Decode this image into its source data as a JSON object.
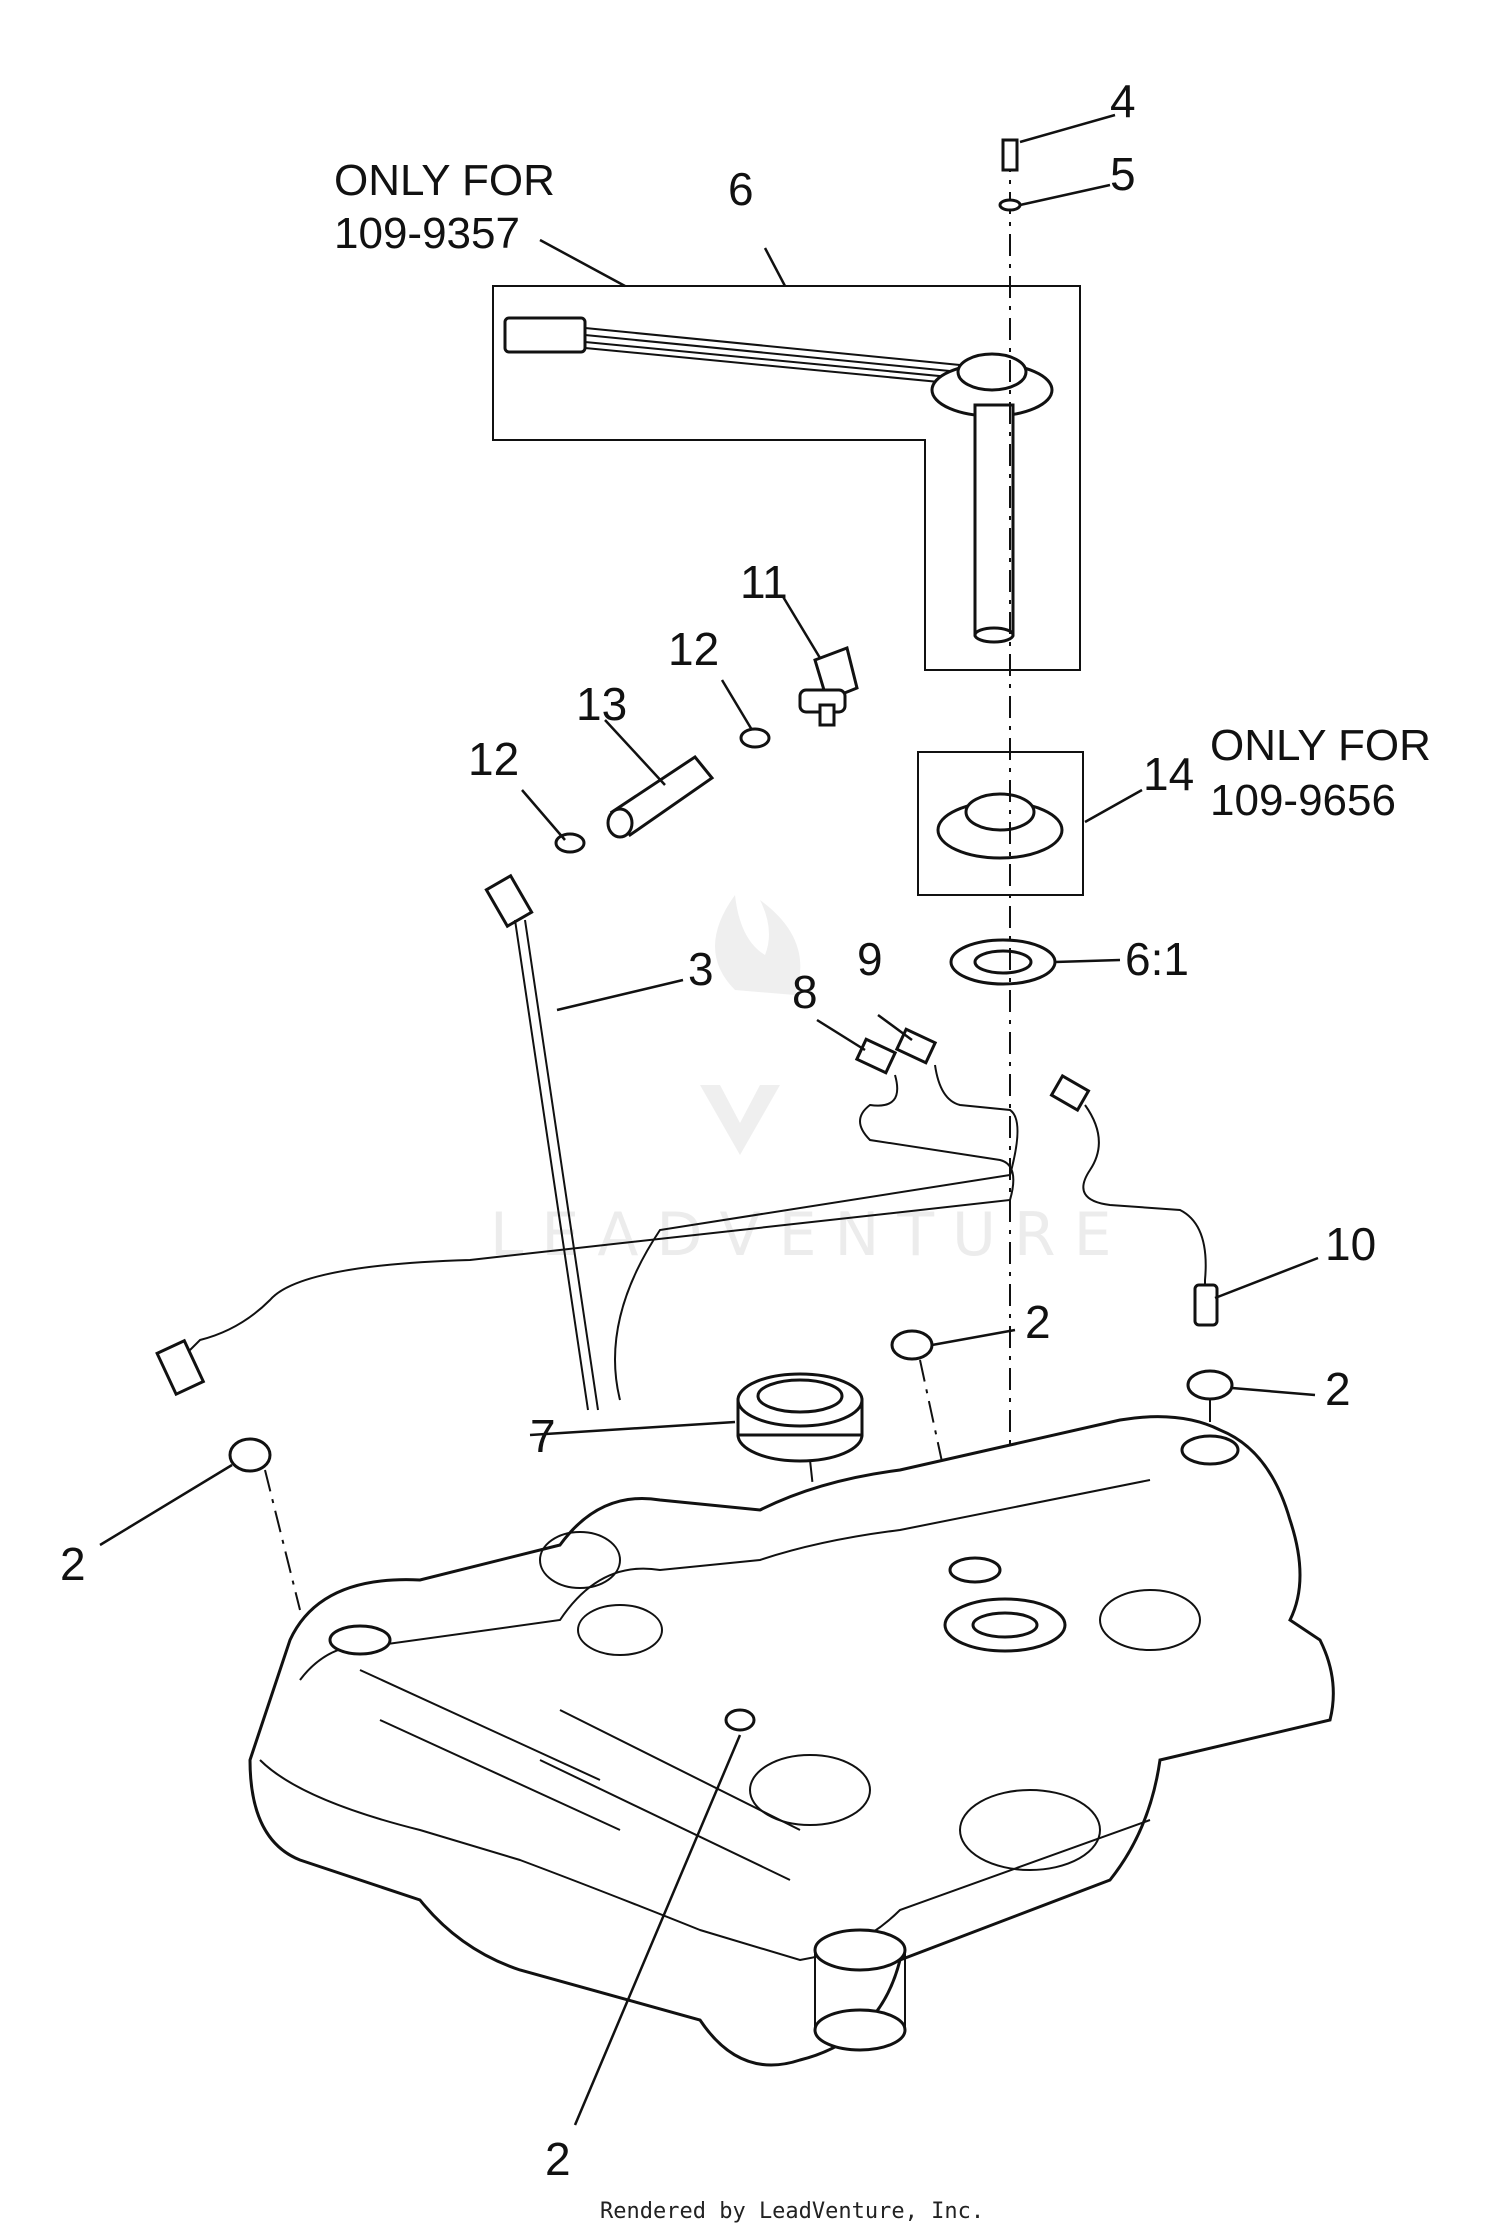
{
  "diagram": {
    "callouts": [
      {
        "id": "4",
        "text": "4"
      },
      {
        "id": "5",
        "text": "5"
      },
      {
        "id": "6",
        "text": "6"
      },
      {
        "id": "11",
        "text": "11"
      },
      {
        "id": "12a",
        "text": "12"
      },
      {
        "id": "13",
        "text": "13"
      },
      {
        "id": "12b",
        "text": "12"
      },
      {
        "id": "14",
        "text": "14"
      },
      {
        "id": "6-1",
        "text": "6:1"
      },
      {
        "id": "3",
        "text": "3"
      },
      {
        "id": "8",
        "text": "8"
      },
      {
        "id": "9",
        "text": "9"
      },
      {
        "id": "10",
        "text": "10"
      },
      {
        "id": "2a",
        "text": "2"
      },
      {
        "id": "2b",
        "text": "2"
      },
      {
        "id": "7",
        "text": "7"
      },
      {
        "id": "2c",
        "text": "2"
      },
      {
        "id": "2d",
        "text": "2"
      }
    ],
    "notes": {
      "note_a_line1": "ONLY FOR",
      "note_a_line2": "109-9357",
      "note_b_line1": "ONLY FOR",
      "note_b_line2": "109-9656"
    },
    "watermark": "LEADVENTURE",
    "footer": "Rendered by LeadVenture, Inc."
  }
}
